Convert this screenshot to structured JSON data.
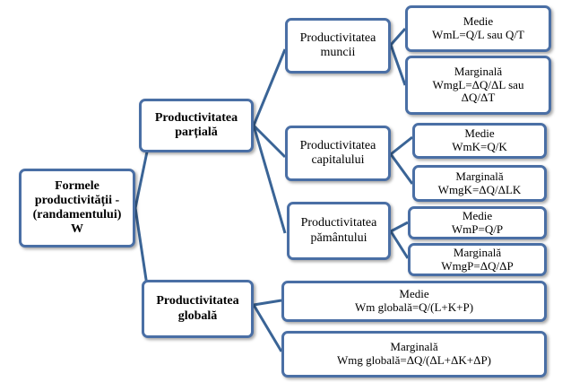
{
  "root": {
    "lines": [
      "Formele",
      "productivității -",
      "(randamentului)",
      "W"
    ]
  },
  "partial": {
    "lines": [
      "Productivitatea",
      "parțială"
    ],
    "munca": {
      "lines": [
        "Productivitatea",
        "muncii"
      ],
      "medie": [
        "Medie",
        "WmL=Q/L sau Q/T"
      ],
      "marginala": [
        "Marginală",
        "WmgL=ΔQ/ΔL  sau",
        "ΔQ/ΔT"
      ]
    },
    "capital": {
      "lines": [
        "Productivitatea",
        "capitalului"
      ],
      "medie": [
        "Medie",
        "WmK=Q/K"
      ],
      "marginala": [
        "Marginală",
        "WmgK=ΔQ/ΔLK"
      ]
    },
    "pamant": {
      "lines": [
        "Productivitatea",
        "pământului"
      ],
      "medie": [
        "Medie",
        "WmP=Q/P"
      ],
      "marginala": [
        "Marginală",
        "WmgP=ΔQ/ΔP"
      ]
    }
  },
  "global": {
    "lines": [
      "Productivitatea",
      "globală"
    ],
    "medie": [
      "Medie",
      "Wm globală=Q/(L+K+P)"
    ],
    "marginala": [
      "Marginală",
      "Wmg globală=ΔQ/(ΔL+ΔK+ΔP)"
    ]
  },
  "colors": {
    "border": "#4a6fa5",
    "connector": "#3a6496"
  }
}
